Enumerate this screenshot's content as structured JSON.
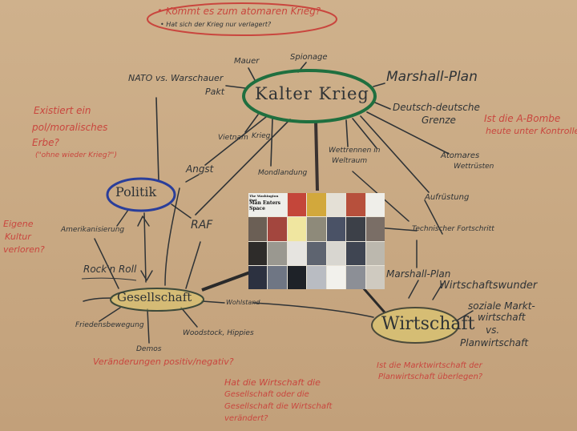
{
  "question": {
    "line1": "• Kommt es zum atomaren Krieg?",
    "line2": "• Hat sich der Krieg nur verlagert?"
  },
  "center": {
    "kalter_krieg": "Kalter Krieg",
    "politik": "Politik",
    "gesellschaft": "Gesellschaft",
    "wirtschaft": "Wirtschaft"
  },
  "black_labels": {
    "mauer": "Mauer",
    "spionage": "Spionage",
    "nato_1": "NATO vs. Warschauer",
    "nato_2": "Pakt",
    "marshall_top": "Marshall-Plan",
    "dd_1": "Deutsch-deutsche",
    "dd_2": "Grenze",
    "vietnam_1": "Vietnam",
    "vietnam_2": "Krieg",
    "angst": "Angst",
    "mondlandung": "Mondlandung",
    "wettrennen_1": "Wettrennen in",
    "wettrennen_2": "Weltraum",
    "atomares_1": "Atomares",
    "atomares_2": "Wettrüsten",
    "aufruestung": "Aufrüstung",
    "raf": "RAF",
    "amerikanisierung": "Amerikanisierung",
    "technischer": "Technischer Fortschritt",
    "rocknroll": "Rock'n Roll",
    "marshall_low": "Marshall-Plan",
    "wirtschaftswunder": "Wirtschaftswunder",
    "wohlstand": "Wohlstand",
    "friedensbewegung": "Friedensbewegung",
    "woodstock": "Woodstock, Hippies",
    "demos": "Demos",
    "sozmarkt_1": "soziale Markt-",
    "sozmarkt_2": "wirtschaft",
    "sozmarkt_3": "vs.",
    "sozmarkt_4": "Planwirtschaft"
  },
  "red_labels": {
    "existiert_1": "Existiert ein",
    "existiert_2": "pol/moralisches",
    "existiert_3": "Erbe?",
    "existiert_4": "(\"ohne wieder Krieg?\")",
    "abomb_1": "Ist die A-Bombe",
    "abomb_2": "heute unter Kontrolle?",
    "eigene_1": "Eigene",
    "eigene_2": "Kultur",
    "eigene_3": "verloren?",
    "veraenderungen": "Veränderungen positiv/negativ?",
    "hat_1": "Hat die Wirtschaft die",
    "hat_2": "Gesellschaft oder die",
    "hat_3": "Gesellschaft die Wirtschaft",
    "hat_4": "verändert?",
    "markt_1": "Ist die Marktwirtschaft der",
    "markt_2": "Planwirtschaft überlegen?"
  },
  "collage": {
    "headline_1": "The Washington Post",
    "headline_2": "Man Enters Space"
  },
  "colors": {
    "paper": "#c9ab86",
    "ink": "#2f3336",
    "red_ink": "#c9463e",
    "green_ink": "#1f6f3f",
    "blue_ink": "#2a3e9a",
    "yellow_fill": "#e6d66a"
  }
}
